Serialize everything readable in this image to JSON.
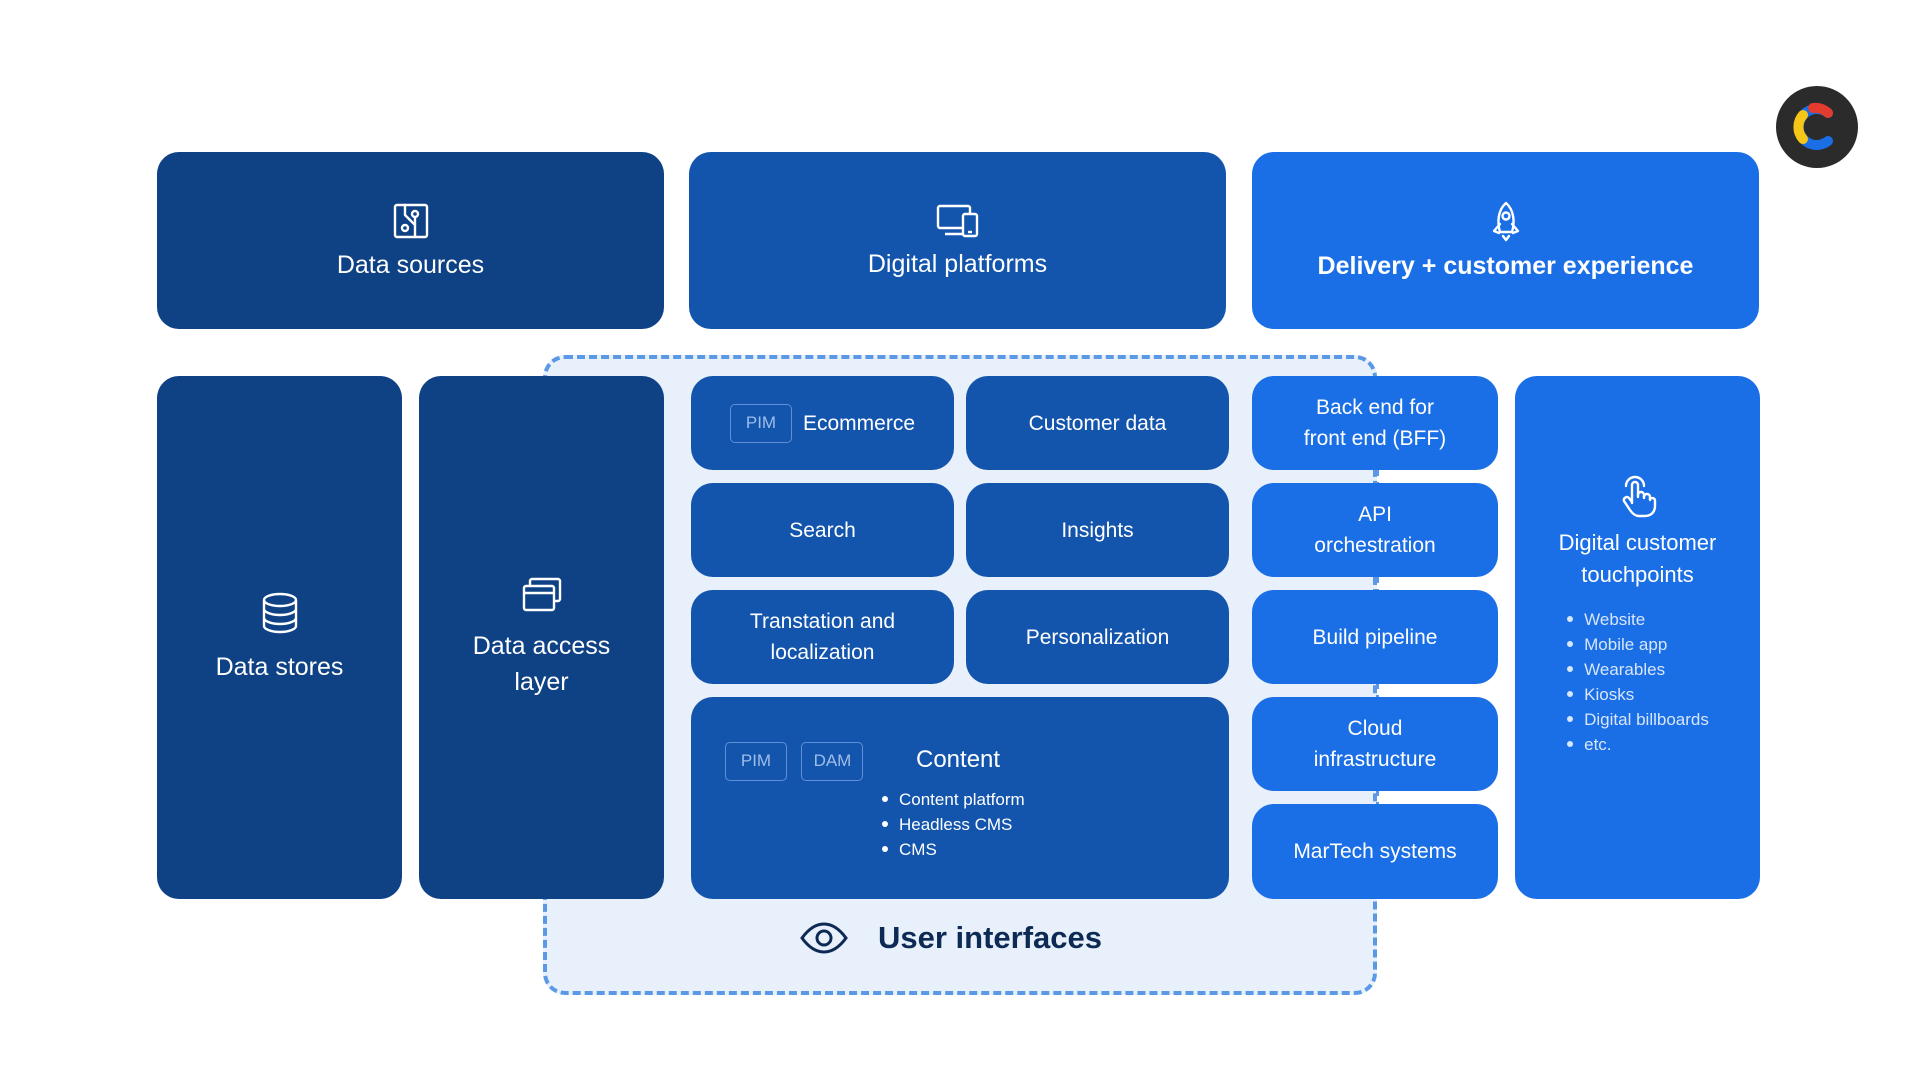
{
  "top": {
    "data_sources": {
      "title": "Data sources",
      "icon": "data-source-icon"
    },
    "digital_platforms": {
      "title": "Digital platforms",
      "icon": "devices-icon"
    },
    "delivery": {
      "title": "Delivery + customer experience",
      "icon": "rocket-icon"
    }
  },
  "left": {
    "data_stores": {
      "title": "Data stores",
      "icon": "database-icon"
    },
    "data_access": {
      "title_line1": "Data access",
      "title_line2": "layer",
      "icon": "windows-stack-icon"
    }
  },
  "platform_grid": {
    "ecommerce": {
      "tag": "PIM",
      "title": "Ecommerce"
    },
    "customer_data": {
      "title": "Customer data"
    },
    "search": {
      "title": "Search"
    },
    "insights": {
      "title": "Insights"
    },
    "translation": {
      "line1": "Transtation and",
      "line2": "localization"
    },
    "personalization": {
      "title": "Personalization"
    },
    "content": {
      "tags": [
        "PIM",
        "DAM"
      ],
      "title": "Content",
      "bullets": [
        "Content platform",
        "Headless CMS",
        "CMS"
      ]
    }
  },
  "delivery_column": {
    "bff": {
      "line1": "Back end for",
      "line2": "front end (BFF)"
    },
    "api": {
      "line1": "API",
      "line2": "orchestration"
    },
    "build": {
      "title": "Build pipeline"
    },
    "cloud": {
      "line1": "Cloud",
      "line2": "infrastructure"
    },
    "martech": {
      "title": "MarTech systems"
    }
  },
  "touchpoints": {
    "title_line1": "Digital customer",
    "title_line2": "touchpoints",
    "icon": "tap-hand-icon",
    "bullets": [
      "Website",
      "Mobile app",
      "Wearables",
      "Kiosks",
      "Digital billboards",
      "etc."
    ]
  },
  "user_interfaces": {
    "label": "User interfaces",
    "icon": "eye-icon"
  },
  "colors": {
    "dark_blue": "#0f4185",
    "mid_blue": "#1355ad",
    "bright_blue": "#1a6ee6",
    "region_fill": "#e8f0fb",
    "dashed_border": "#5b99e6"
  }
}
